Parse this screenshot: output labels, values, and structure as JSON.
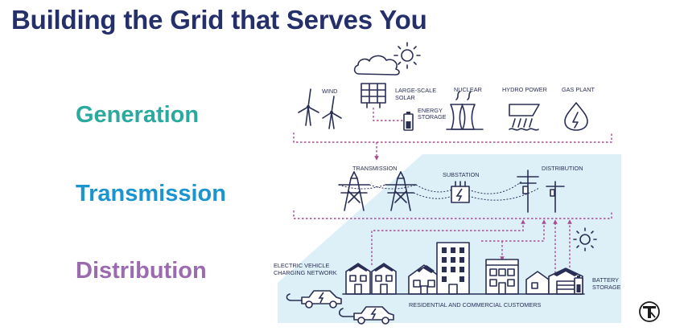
{
  "title": "Building the Grid that Serves You",
  "stages": [
    {
      "label": "Generation",
      "color": "#2aaa9f"
    },
    {
      "label": "Transmission",
      "color": "#1b95cf"
    },
    {
      "label": "Distribution",
      "color": "#9b6bb0"
    }
  ],
  "generation_labels": {
    "wind": "WIND",
    "solar_1": "LARGE-SCALE",
    "solar_2": "SOLAR",
    "nuclear": "NUCLEAR",
    "storage_1": "ENERGY",
    "storage_2": "STORAGE",
    "hydro": "HYDRO POWER",
    "gas": "GAS PLANT"
  },
  "transmission_labels": {
    "transmission": "TRANSMISSION",
    "substation": "SUBSTATION",
    "distribution": "DISTRIBUTION"
  },
  "distribution_labels": {
    "ev_1": "ELECTRIC VEHICLE",
    "ev_2": "CHARGING NETWORK",
    "customers": "RESIDENTIAL AND COMMERCIAL CUSTOMERS",
    "battery_1": "BATTERY",
    "battery_2": "STORAGE"
  },
  "colors": {
    "title": "#25306b",
    "line_art": "#2a2f55",
    "flow": "#a64c8f",
    "panel": "#ddf0f8"
  },
  "icons": [
    "cloud-icon",
    "sun-icon",
    "wind-turbine-icon",
    "solar-panel-icon",
    "battery-icon",
    "nuclear-plant-icon",
    "hydro-dam-icon",
    "gas-flame-icon",
    "transmission-tower-icon",
    "substation-icon",
    "utility-pole-icon",
    "house-icon",
    "building-icon",
    "electric-car-icon",
    "brand-logo-icon"
  ]
}
